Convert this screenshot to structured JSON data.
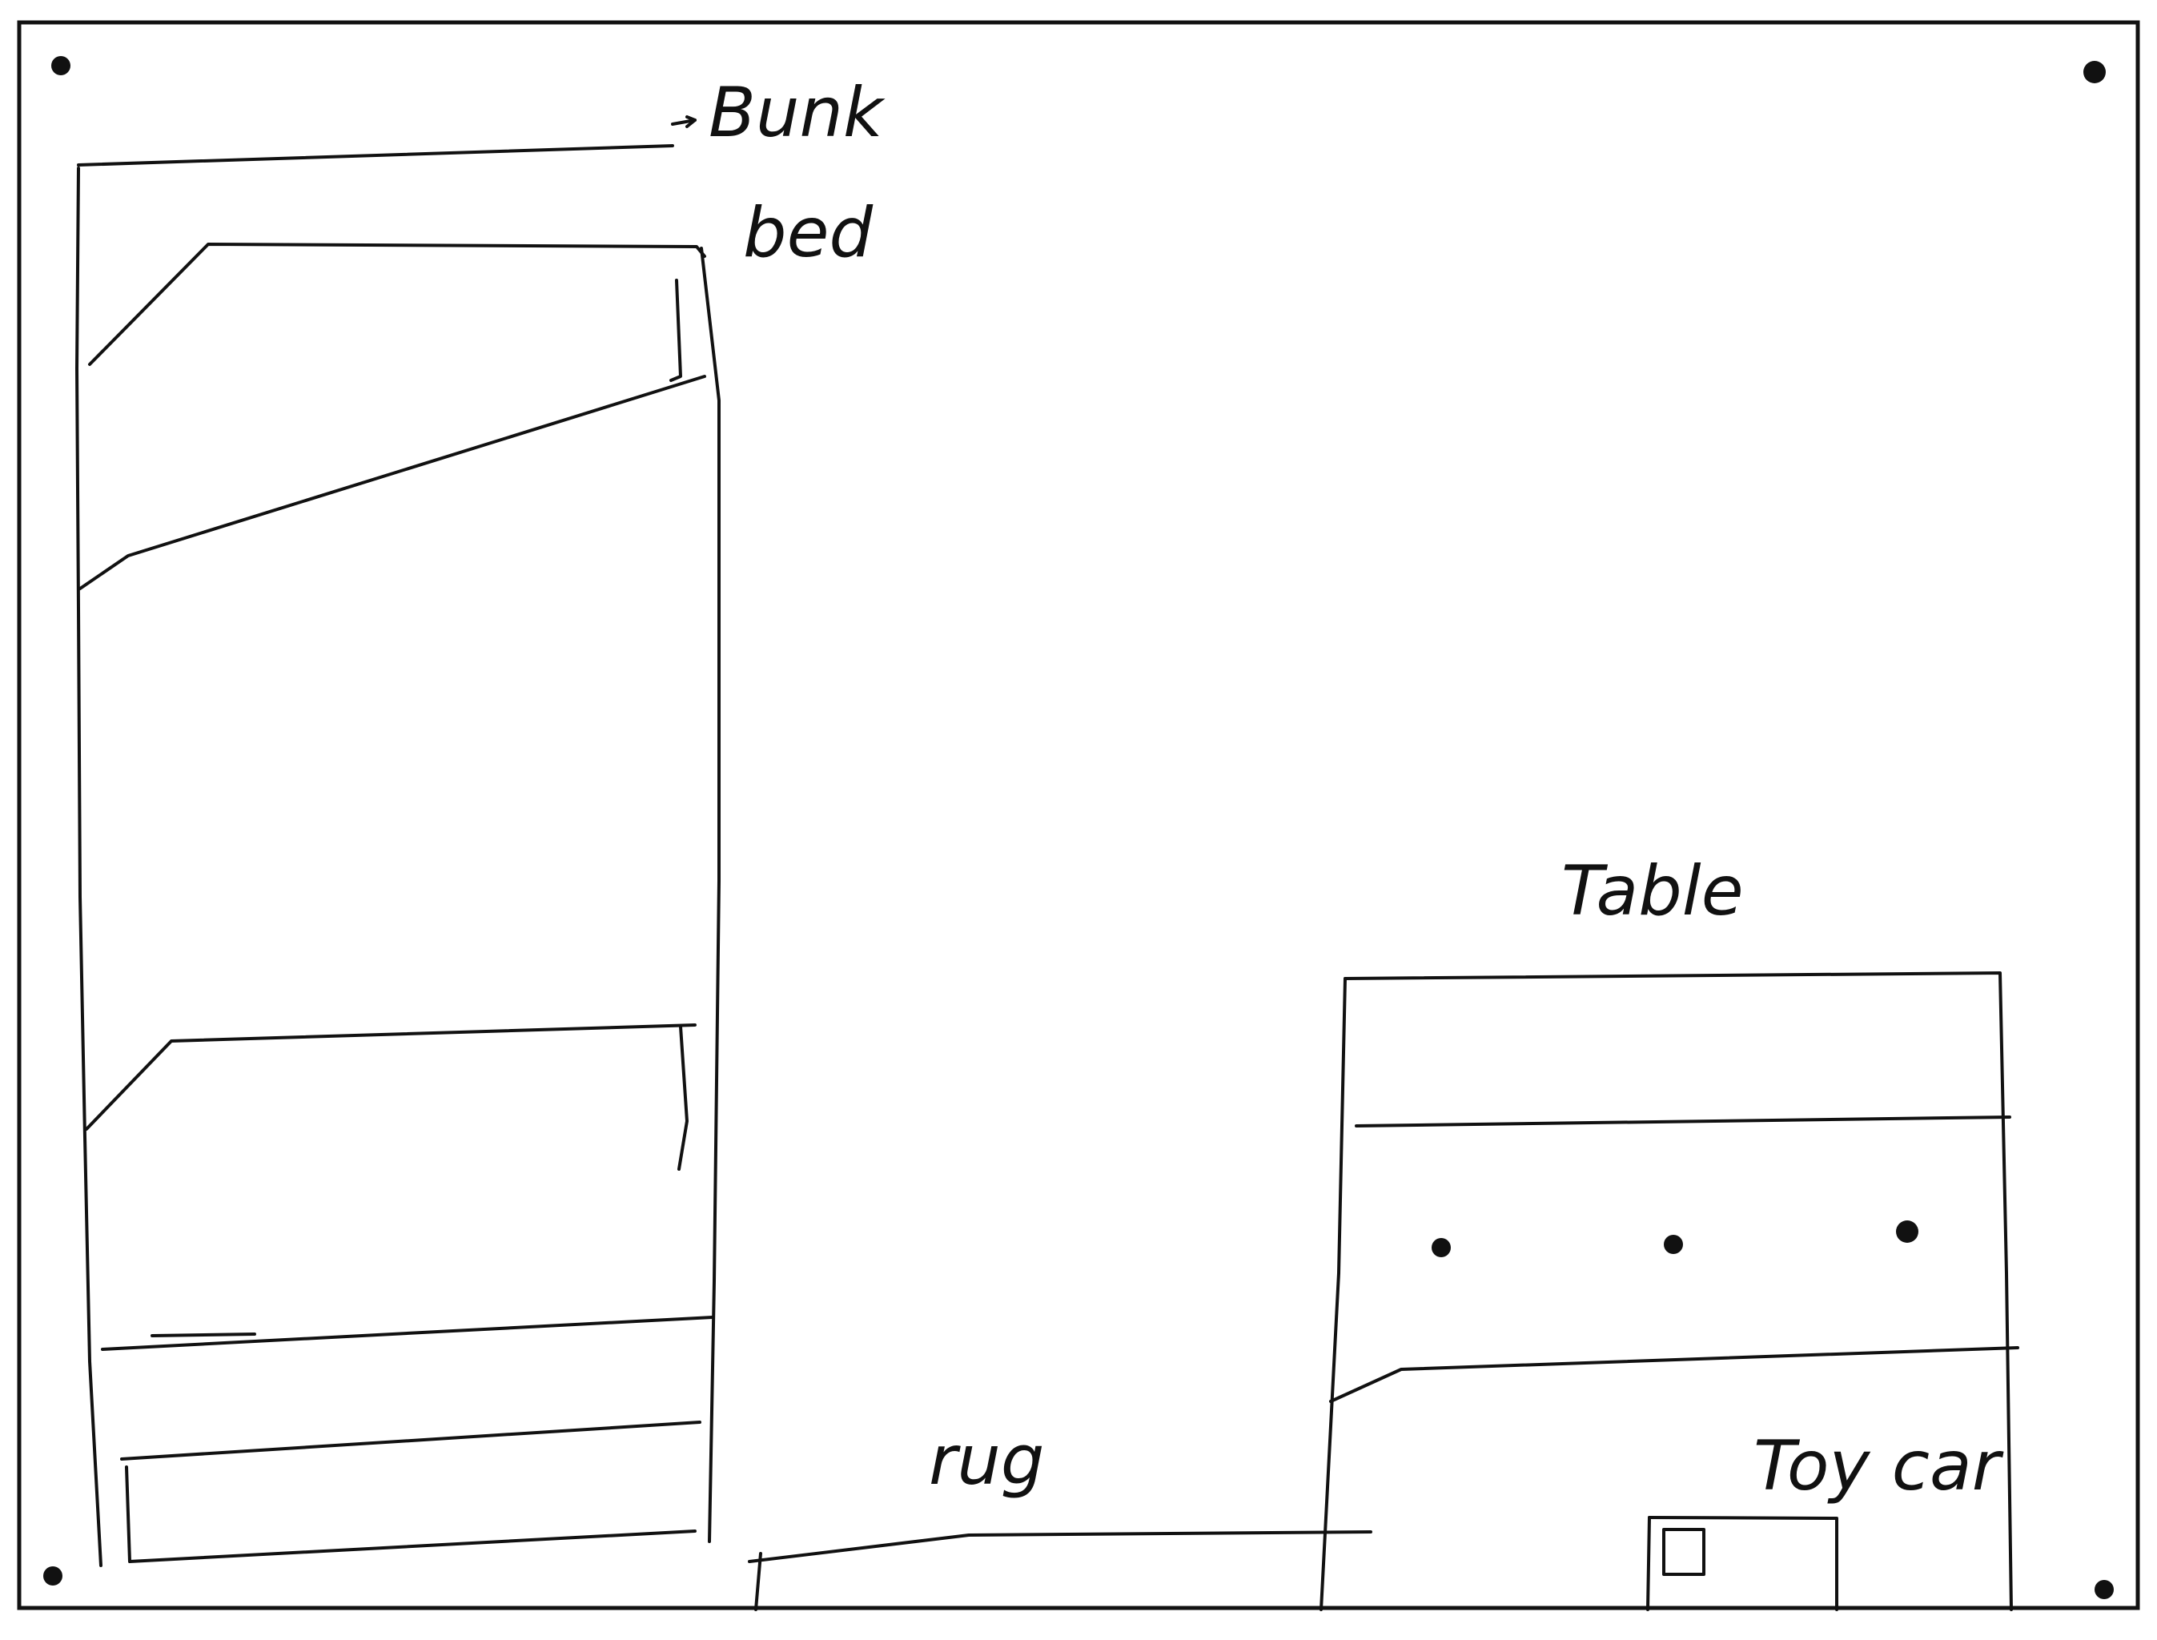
{
  "labels": {
    "bunk_bed_line1": "Bunk",
    "bunk_bed_line2": "bed",
    "table": "Table",
    "rug": "rug",
    "toy_car": "Toy car"
  },
  "colors": {
    "ink": "#111111",
    "paper": "#ffffff"
  }
}
